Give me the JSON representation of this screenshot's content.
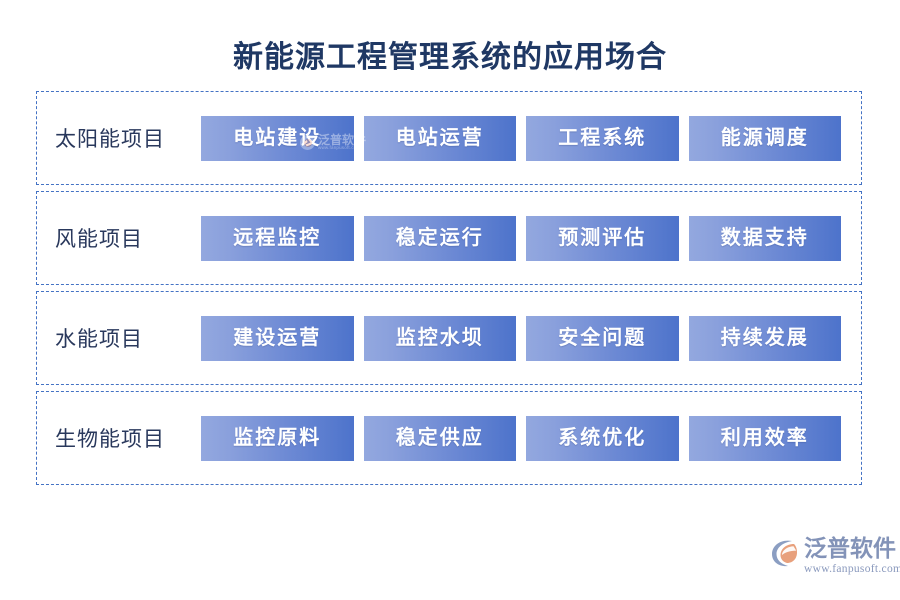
{
  "page": {
    "title": "新能源工程管理系统的应用场合",
    "title_color": "#1f3864",
    "background": "#ffffff",
    "border_color": "#4472c4",
    "chip_gradient_from": "#93a8df",
    "chip_gradient_to": "#4d73cb",
    "chip_text_color": "#ffffff",
    "label_color": "#29385c"
  },
  "rows": [
    {
      "label": "太阳能项目",
      "chips": [
        {
          "label": "电站建设"
        },
        {
          "label": "电站运营"
        },
        {
          "label": "工程系统"
        },
        {
          "label": "能源调度"
        }
      ]
    },
    {
      "label": "风能项目",
      "chips": [
        {
          "label": "远程监控"
        },
        {
          "label": "稳定运行"
        },
        {
          "label": "预测评估"
        },
        {
          "label": "数据支持"
        }
      ]
    },
    {
      "label": "水能项目",
      "chips": [
        {
          "label": "建设运营"
        },
        {
          "label": "监控水坝"
        },
        {
          "label": "安全问题"
        },
        {
          "label": "持续发展"
        }
      ]
    },
    {
      "label": "生物能项目",
      "chips": [
        {
          "label": "监控原料"
        },
        {
          "label": "稳定供应"
        },
        {
          "label": "系统优化"
        },
        {
          "label": "利用效率"
        }
      ]
    }
  ],
  "watermark": {
    "text": "泛普软件",
    "sub": "www.fanpusoft.com"
  },
  "brand": {
    "name": "泛普软件",
    "url": "www.fanpusoft.com",
    "name_color": "#8393b8",
    "mark_accent": "#e8a07c",
    "mark_color": "#8b9ec2"
  }
}
